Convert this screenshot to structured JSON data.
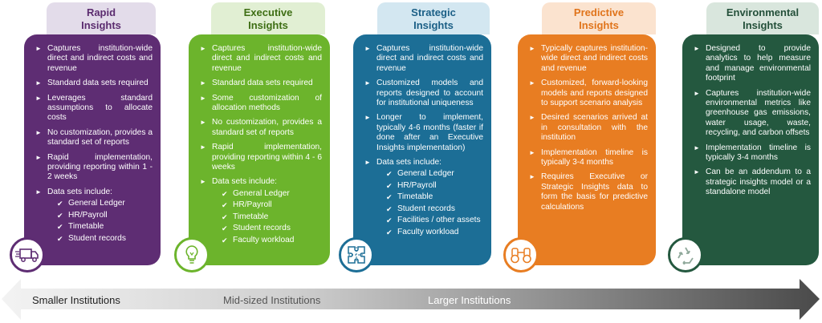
{
  "columns": [
    {
      "title_line1": "Rapid",
      "title_line2": "Insights",
      "tab_bg": "#E3DCEA",
      "title_color": "#5B2C6F",
      "card_bg": "#5E2D73",
      "icon": "delivery-truck-icon",
      "items": [
        {
          "text": "Captures institution-wide direct and indirect costs and revenue"
        },
        {
          "text": "Standard data sets required"
        },
        {
          "text": "Leverages standard assumptions to allocate costs"
        },
        {
          "text": "No customization, provides a standard set of reports"
        },
        {
          "text": "Rapid implementation, providing reporting within 1 - 2 weeks"
        },
        {
          "text": "Data sets include:",
          "sub": [
            "General Ledger",
            "HR/Payroll",
            "Timetable",
            "Student records"
          ]
        }
      ]
    },
    {
      "title_line1": "Executive",
      "title_line2": "Insights",
      "tab_bg": "#E1EFD3",
      "title_color": "#3E6E14",
      "card_bg": "#6CB42C",
      "icon": "lightbulb-icon",
      "items": [
        {
          "text": "Captures institution-wide direct and indirect costs and revenue"
        },
        {
          "text": "Standard data sets required"
        },
        {
          "text": "Some customization of allocation methods"
        },
        {
          "text": "No customization, provides a standard set of reports"
        },
        {
          "text": "Rapid implementation, providing reporting within 4 - 6 weeks"
        },
        {
          "text": "Data sets include:",
          "sub": [
            "General Ledger",
            "HR/Payroll",
            "Timetable",
            "Student records",
            "Faculty workload"
          ]
        }
      ]
    },
    {
      "title_line1": "Strategic",
      "title_line2": "Insights",
      "tab_bg": "#D3E7F1",
      "title_color": "#1B5F86",
      "card_bg": "#1C6E96",
      "icon": "puzzle-icon",
      "items": [
        {
          "text": "Captures institution-wide direct and indirect costs and revenue"
        },
        {
          "text": "Customized models and reports designed to account for institutional uniqueness"
        },
        {
          "text": "Longer to implement, typically 4-6 months (faster if done after an Executive Insights implementation)"
        },
        {
          "text": "Data sets include:",
          "sub": [
            "General Ledger",
            "HR/Payroll",
            "Timetable",
            "Student records",
            "Facilities / other assets",
            "Faculty workload"
          ]
        }
      ]
    },
    {
      "title_line1": "Predictive",
      "title_line2": "Insights",
      "tab_bg": "#FBE3CF",
      "title_color": "#E0741B",
      "card_bg": "#E87D22",
      "icon": "binoculars-icon",
      "items": [
        {
          "text": "Typically captures institution-wide direct and indirect costs and revenue"
        },
        {
          "text": "Customized, forward-looking models and reports designed to support scenario analysis"
        },
        {
          "text": "Desired scenarios arrived at in consultation with the institution"
        },
        {
          "text": "Implementation timeline is typically 3-4 months"
        },
        {
          "text": "Requires Executive or Strategic Insights data to form the basis for predictive calculations"
        }
      ]
    },
    {
      "title_line1": "Environmental",
      "title_line2": "Insights",
      "tab_bg": "#D9E6DD",
      "title_color": "#24503A",
      "card_bg": "#24583F",
      "icon": "recycle-icon",
      "items": [
        {
          "text": "Designed to provide analytics to help measure and manage environmental footprint"
        },
        {
          "text": "Captures institution-wide environmental metrics like greenhouse gas emissions, water usage, waste, recycling, and carbon offsets"
        },
        {
          "text": "Implementation timeline is typically 3-4 months"
        },
        {
          "text": "Can be an addendum to a strategic insights model or a standalone model"
        }
      ]
    }
  ],
  "scale": {
    "labels": [
      "Smaller Institutions",
      "Mid-sized Institutions",
      "Larger Institutions"
    ]
  }
}
